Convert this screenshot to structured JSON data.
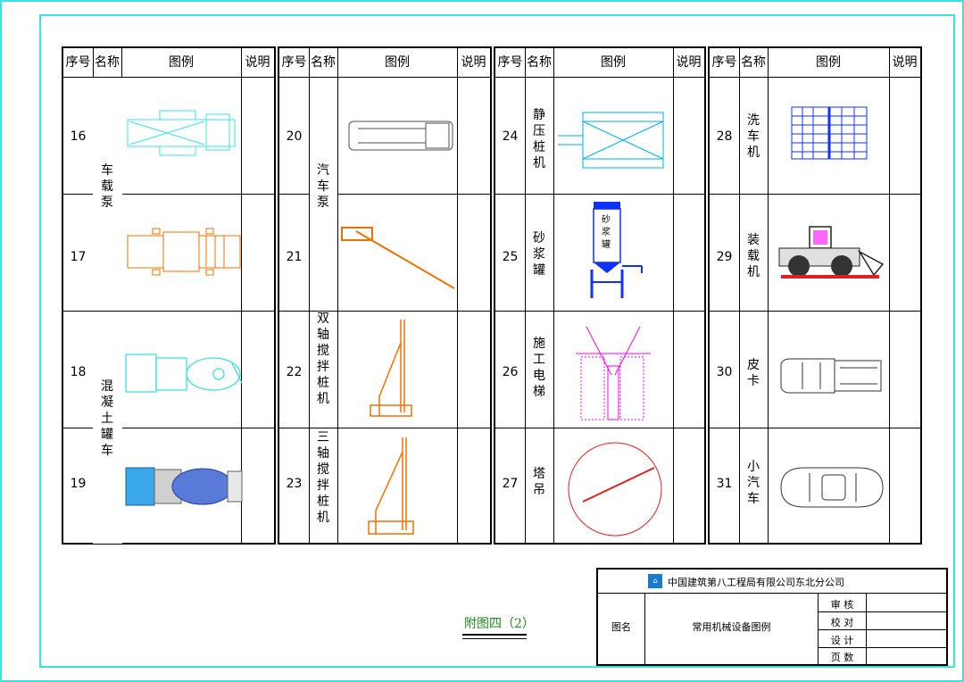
{
  "headers": {
    "index": "序号",
    "name": "名称",
    "legend": "图例",
    "note": "说明"
  },
  "rows": [
    {
      "num": "16",
      "t": 0,
      "r": 0
    },
    {
      "num": "17",
      "t": 0,
      "r": 1
    },
    {
      "num": "18",
      "t": 0,
      "r": 2
    },
    {
      "num": "19",
      "t": 0,
      "r": 3
    },
    {
      "num": "20",
      "t": 1,
      "r": 0
    },
    {
      "num": "21",
      "t": 1,
      "r": 1
    },
    {
      "num": "22",
      "t": 1,
      "r": 2
    },
    {
      "num": "23",
      "t": 1,
      "r": 3
    },
    {
      "num": "24",
      "t": 2,
      "r": 0
    },
    {
      "num": "25",
      "t": 2,
      "r": 1
    },
    {
      "num": "26",
      "t": 2,
      "r": 2
    },
    {
      "num": "27",
      "t": 2,
      "r": 3
    },
    {
      "num": "28",
      "t": 3,
      "r": 0
    },
    {
      "num": "29",
      "t": 3,
      "r": 1
    },
    {
      "num": "30",
      "t": 3,
      "r": 2
    },
    {
      "num": "31",
      "t": 3,
      "r": 3
    }
  ],
  "names": {
    "car_pump_truck": "车载泵",
    "concrete_mixer_truck": "混凝土罐车",
    "truck_pump": "汽车泵",
    "twin_axis_pile": "双轴搅拌桩机",
    "triple_axis_pile": "三轴搅拌桩机",
    "static_pile_driver": "静压桩机",
    "mortar_tank": "砂浆罐",
    "construction_elevator": "施工电梯",
    "tower_crane": "塔吊",
    "wash_machine": "洗车机",
    "loader": "装载机",
    "pickup": "皮卡",
    "small_car": "小汽车"
  },
  "mortar_tank_label": "砂浆罐",
  "title_block": {
    "company": "中国建筑第八工程局有限公司东北分公司",
    "drawing_name_label": "图名",
    "drawing_name": "常用机械设备图例",
    "review": "审  核",
    "check": "校  对",
    "design": "设  计",
    "page": "页  数"
  },
  "caption": "附图四（2）",
  "colors": {
    "cyan": "#3fe0e0",
    "orange": "#f07000",
    "magenta": "#ff00ff",
    "blue": "#1030ff",
    "red": "#e02020",
    "grey": "#606060",
    "caption": "#1a8a1a"
  }
}
